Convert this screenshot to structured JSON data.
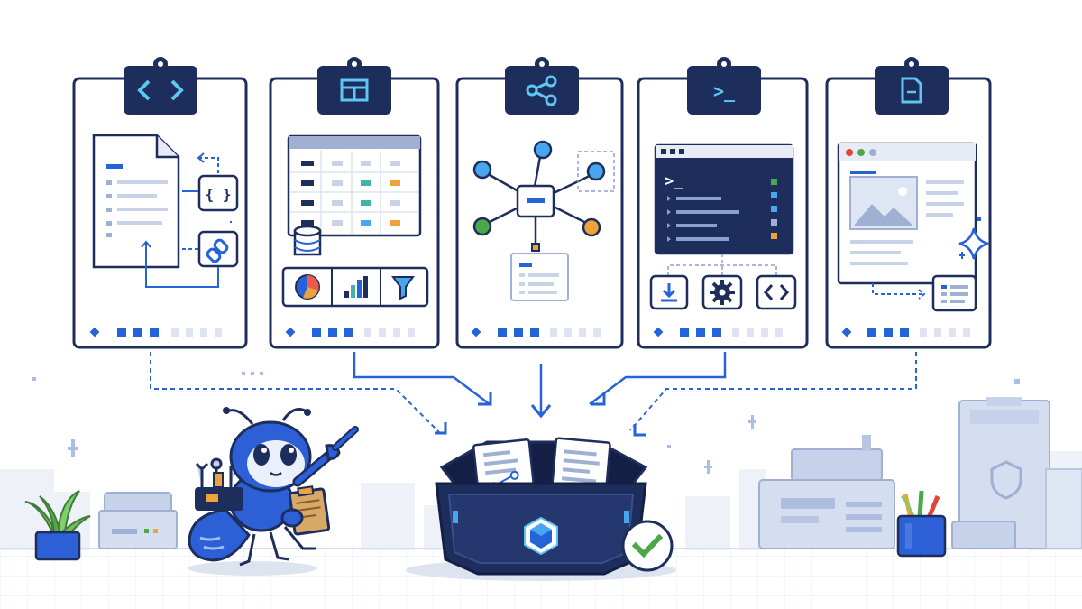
{
  "scene": {
    "panels": [
      {
        "id": "code",
        "tab_icon": "code-brackets-icon",
        "glyph": "<>"
      },
      {
        "id": "table",
        "tab_icon": "table-grid-icon",
        "glyph": ""
      },
      {
        "id": "graph",
        "tab_icon": "share-nodes-icon",
        "glyph": ""
      },
      {
        "id": "terminal",
        "tab_icon": "terminal-icon",
        "glyph": ">_"
      },
      {
        "id": "document",
        "tab_icon": "document-icon",
        "glyph": ""
      }
    ],
    "panel_glyphs": {
      "braces": "{ }",
      "prompt": ">_"
    },
    "progress": {
      "filled_per_panel": 3,
      "total_per_panel": 7
    },
    "mascot": "ant-engineer-with-clipboard",
    "container": "hexagonal-collection-bin",
    "status": "check-badge-success"
  },
  "colors": {
    "navy": "#1d2d5c",
    "blue": "#2563d9",
    "sky": "#48a6ee",
    "teal": "#3fb5a8",
    "green": "#4aa84a",
    "orange": "#f0a23a",
    "muted": "#c9d3e8",
    "gridline": "#e6ebf5"
  }
}
